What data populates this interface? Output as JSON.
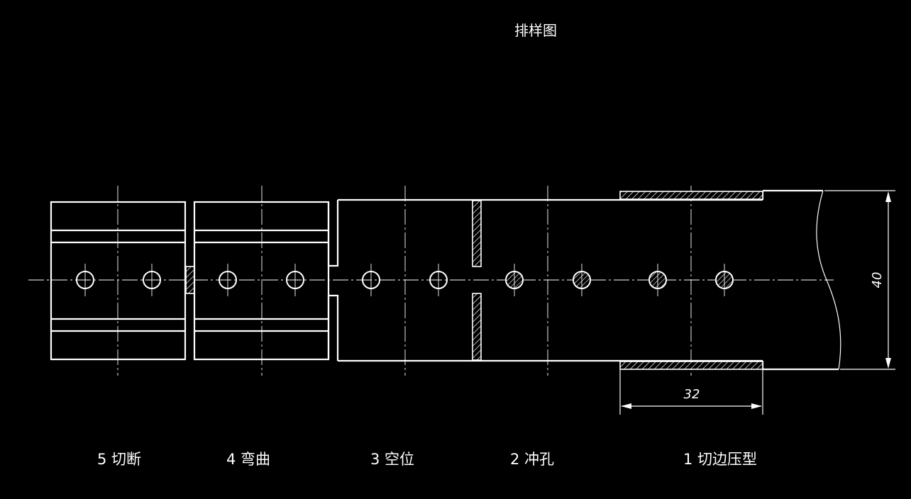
{
  "title": "排样图",
  "stations": [
    {
      "label": "5 切断"
    },
    {
      "label": "4 弯曲"
    },
    {
      "label": "3 空位"
    },
    {
      "label": "2 冲孔"
    },
    {
      "label": "1 切边压型"
    }
  ],
  "dimensions": {
    "height": "40",
    "pitch": "32"
  },
  "colors": {
    "background": "#000000",
    "line": "#ffffff"
  }
}
